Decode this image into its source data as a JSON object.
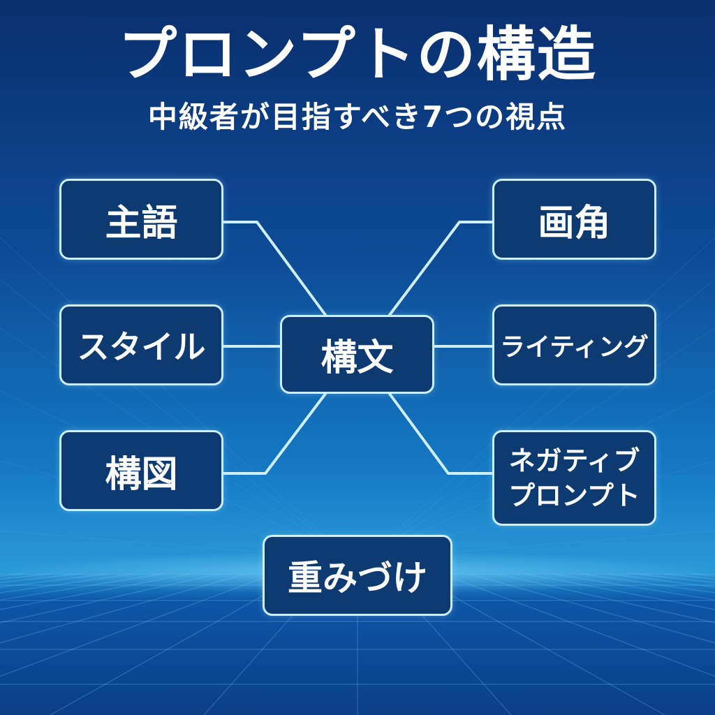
{
  "title": "プロンプトの構造",
  "subtitle": "中級者が目指すべき7つの視点",
  "center_node": "構文",
  "left_nodes": [
    "主語",
    "スタイル",
    "構図"
  ],
  "right_nodes": [
    "画角",
    "ライティング",
    "ネガティブ\nプロンプト"
  ],
  "bottom_node": "重みづけ",
  "colors": {
    "node_fill": "#0d3a70",
    "node_border": "#cfeeff",
    "connector": "#cfeeff",
    "text": "#ffffff",
    "background_top": "#0a2f6e",
    "background_bottom": "#2a9ad8"
  }
}
